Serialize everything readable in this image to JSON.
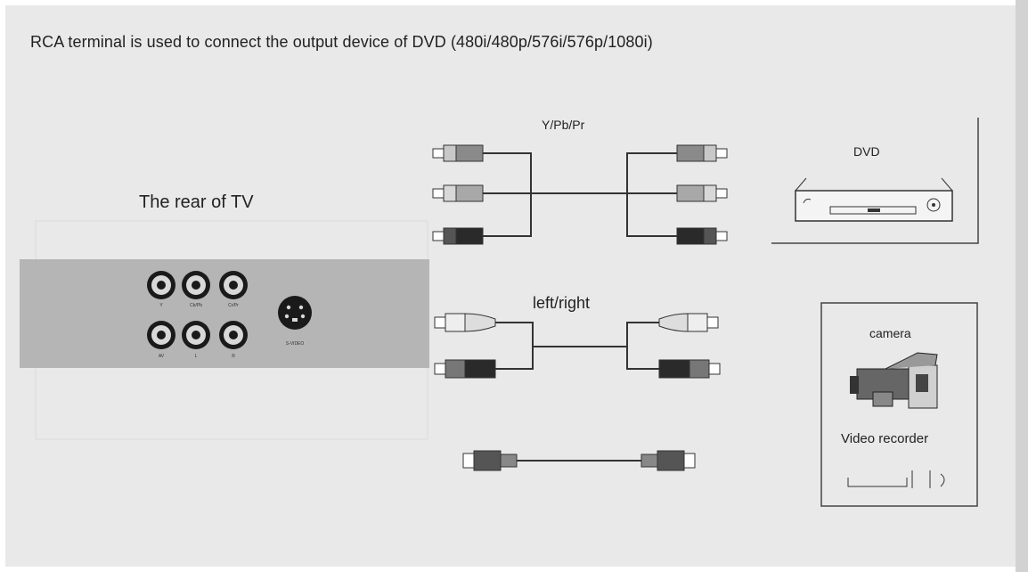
{
  "title": "RCA terminal is used to connect the output device of DVD (480i/480p/576i/576p/1080i)",
  "tv": {
    "label": "The rear of TV",
    "ports": [
      {
        "label": "Y"
      },
      {
        "label": "Cb/Pb"
      },
      {
        "label": "Cr/Pr"
      },
      {
        "label": "AV"
      },
      {
        "label": "L"
      },
      {
        "label": "R"
      }
    ],
    "svideo_label": "S-VIDEO"
  },
  "cables": {
    "component_label": "Y/Pb/Pr",
    "audio_label": "left/right"
  },
  "devices": {
    "dvd_label": "DVD",
    "camera_label": "camera",
    "recorder_label": "Video recorder"
  },
  "colors": {
    "background": "#e9e9e9",
    "tv_panel": "#b5b5b5",
    "line": "#333333"
  }
}
